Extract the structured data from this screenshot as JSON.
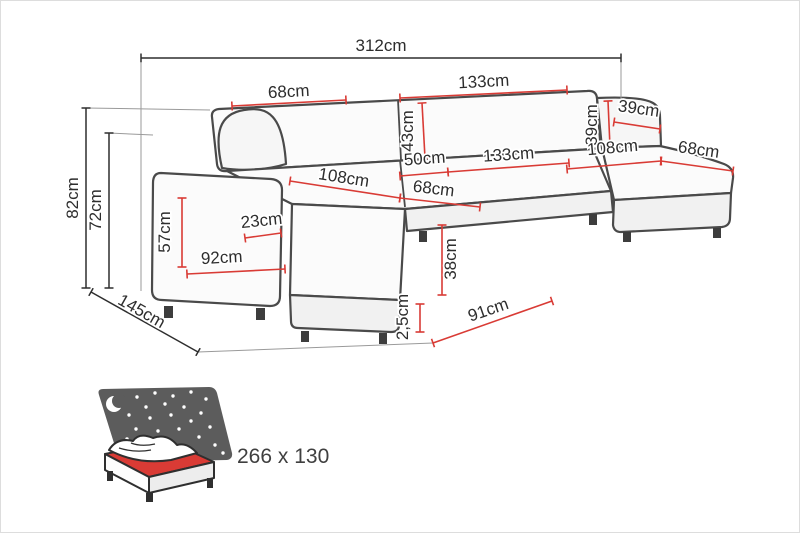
{
  "dimensions": {
    "total_width": "312cm",
    "back_section_left": "68cm",
    "back_section_right": "133cm",
    "backrest_height": "43cm",
    "right_arm_height": "39cm",
    "right_arm_width": "39cm",
    "seat_depth": "50cm",
    "seat_section_right": "133cm",
    "right_chaise_length": "108cm",
    "right_chaise_width": "68cm",
    "left_seat_length": "108cm",
    "mid_seat_width": "68cm",
    "left_arm_width": "23cm",
    "left_arm_height": "57cm",
    "left_chaise_depth": "92cm",
    "seat_height": "38cm",
    "leg_height": "2,5cm",
    "front_edge_depth": "91cm",
    "total_height": "82cm",
    "inner_height": "72cm",
    "side_depth": "145cm"
  },
  "sleeping_area": {
    "size_label": "266 x 130"
  },
  "colors": {
    "dimension_red": "#d93b35",
    "frame_dark": "#2e2e2e",
    "sofa_outline": "#4a4a4a",
    "night_backdrop": "#5c5c5c"
  }
}
